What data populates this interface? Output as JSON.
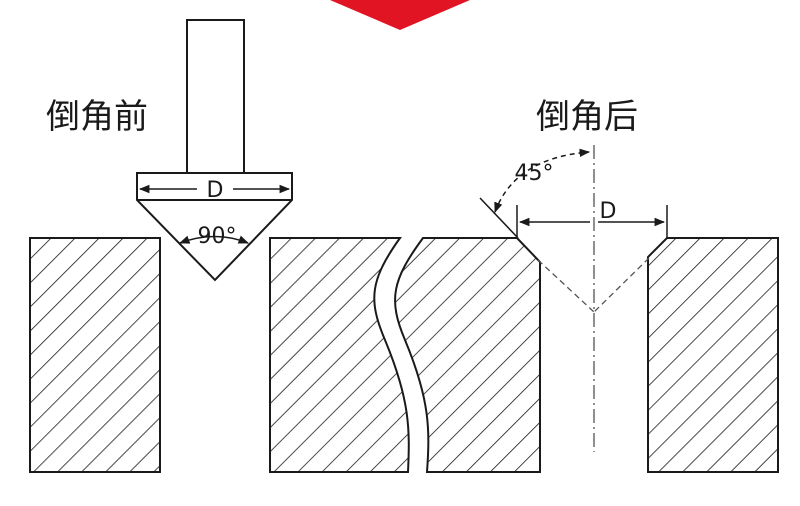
{
  "before": {
    "title": "倒角前",
    "diameter_label": "D",
    "angle_label": "90°"
  },
  "after": {
    "title": "倒角后",
    "diameter_label": "D",
    "angle_label": "45°"
  },
  "colors": {
    "accent": "#e01422",
    "line": "#1a1a1a",
    "hatch": "#1a1a1a",
    "guide": "#555555"
  }
}
